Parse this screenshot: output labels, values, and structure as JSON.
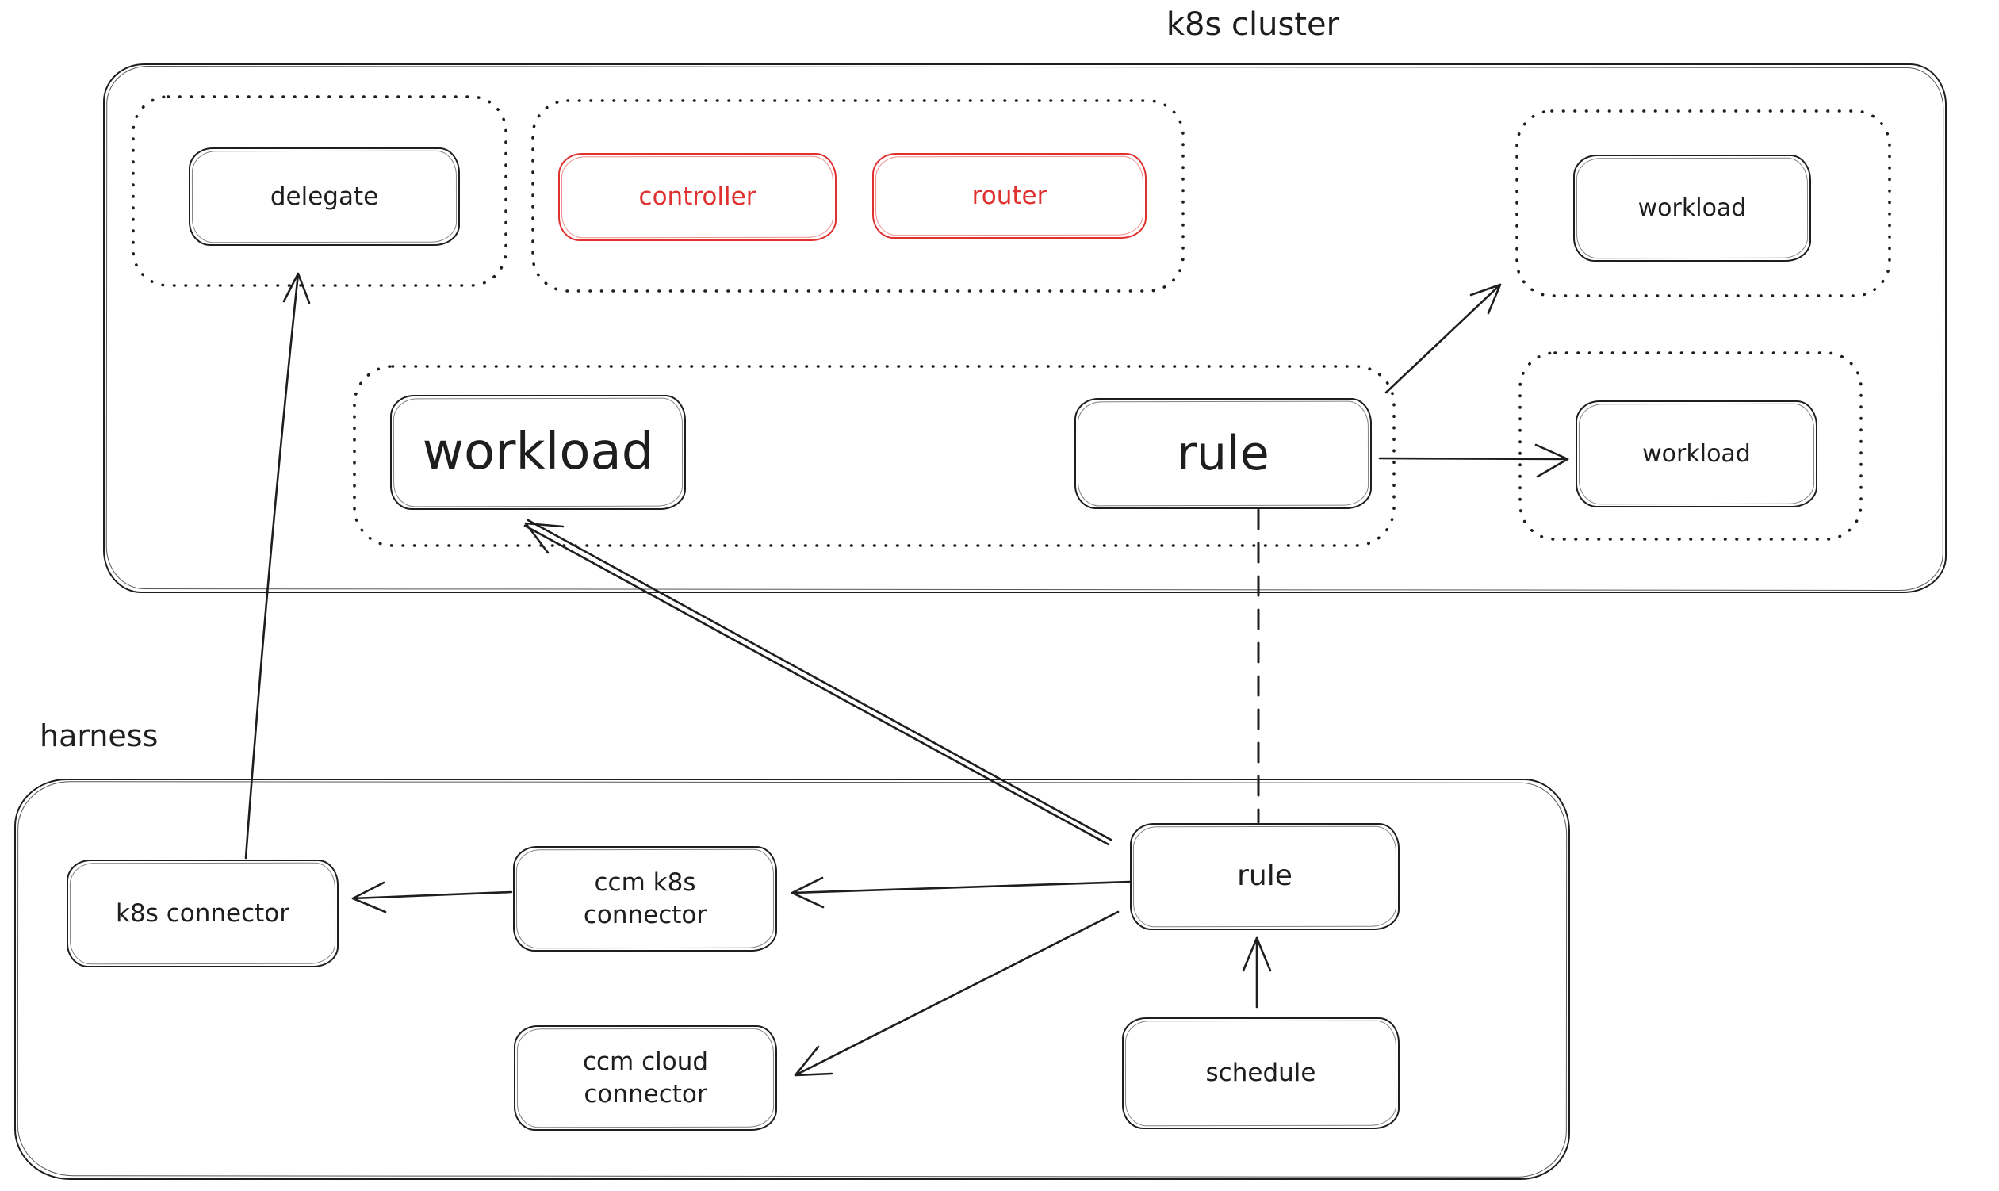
{
  "colors": {
    "ink": "#1e1e1e",
    "red": "#e03131",
    "bg": "#ffffff"
  },
  "cluster": {
    "title": "k8s cluster",
    "nodes": {
      "delegate": "delegate",
      "controller": "controller",
      "router": "router",
      "workload_top_right": "workload",
      "workload_main": "workload",
      "rule": "rule",
      "workload_mid_right": "workload"
    }
  },
  "harness": {
    "title": "harness",
    "nodes": {
      "k8s_connector": "k8s connector",
      "ccm_k8s_connector": "ccm k8s connector",
      "ccm_cloud_connector": "ccm cloud connector",
      "rule": "rule",
      "schedule": "schedule"
    }
  }
}
